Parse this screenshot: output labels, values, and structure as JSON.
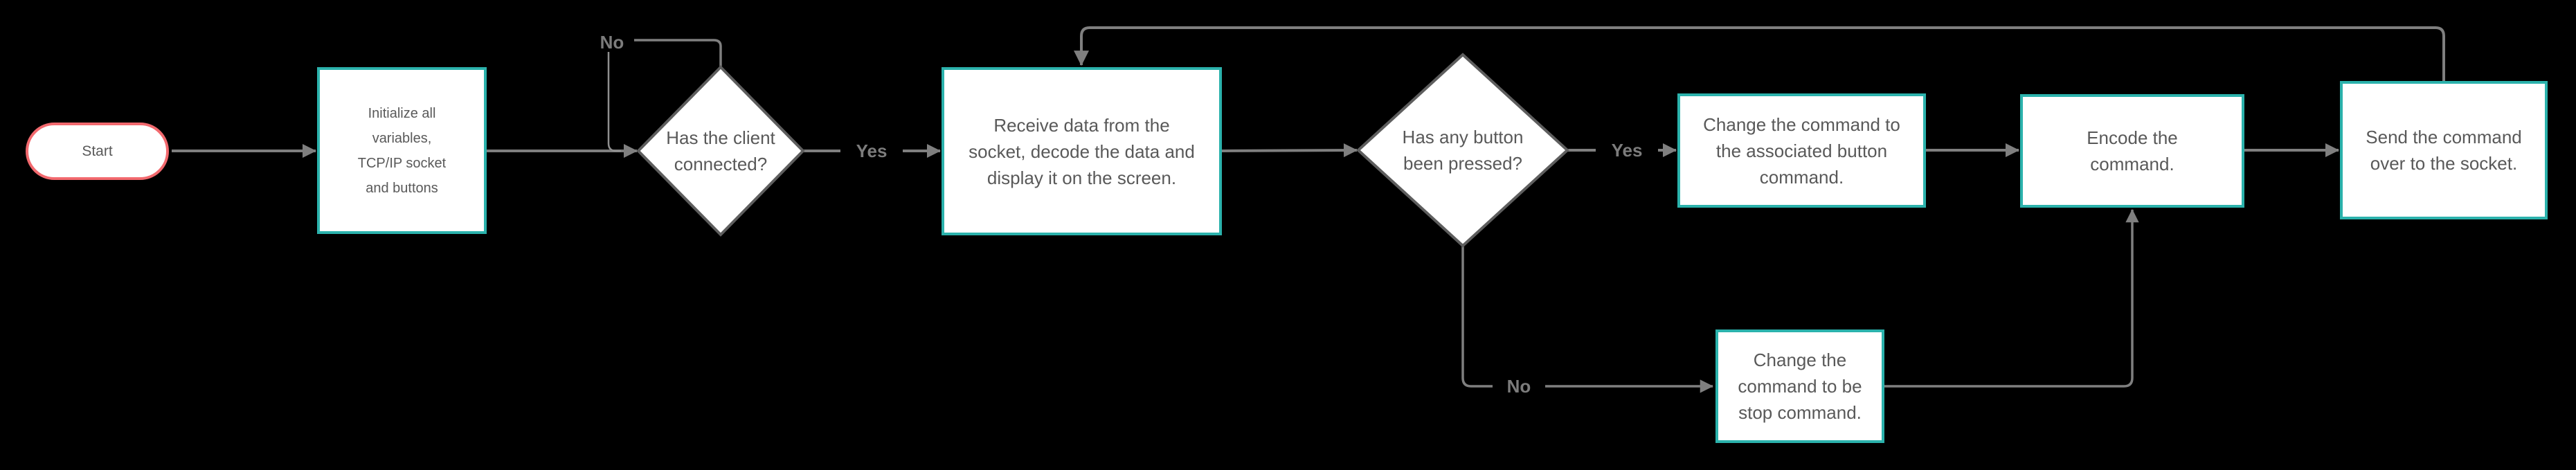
{
  "colors": {
    "background": "#000000",
    "accent_teal": "#2BB2AC",
    "accent_red": "#F2696E",
    "node_text": "#595959",
    "connector": "#7F7F7F",
    "connector_light": "#8F8F8F",
    "decision_border": "#5E5E5E",
    "label_text": "#7C7C7C"
  },
  "diagram": {
    "start": {
      "label": "Start"
    },
    "process_init": {
      "lines": [
        "Initialize all",
        "variables,",
        "TCP/IP socket",
        "and buttons"
      ]
    },
    "decision_client": {
      "lines": [
        "Has the client",
        "connected?"
      ]
    },
    "process_receive": {
      "lines": [
        "Receive data from the",
        "socket, decode the data and",
        "display it on the screen."
      ]
    },
    "decision_button": {
      "lines": [
        "Has any button",
        "been pressed?"
      ]
    },
    "process_change_button": {
      "lines": [
        "Change the command to",
        "the associated button",
        "command."
      ]
    },
    "process_encode": {
      "lines": [
        "Encode the",
        "command."
      ]
    },
    "process_send": {
      "lines": [
        "Send the command",
        "over to the socket."
      ]
    },
    "process_stop": {
      "lines": [
        "Change the",
        "command to be",
        "stop command."
      ]
    },
    "edge_labels": {
      "no_client": "No",
      "yes_client": "Yes",
      "yes_button": "Yes",
      "no_button": "No"
    }
  }
}
